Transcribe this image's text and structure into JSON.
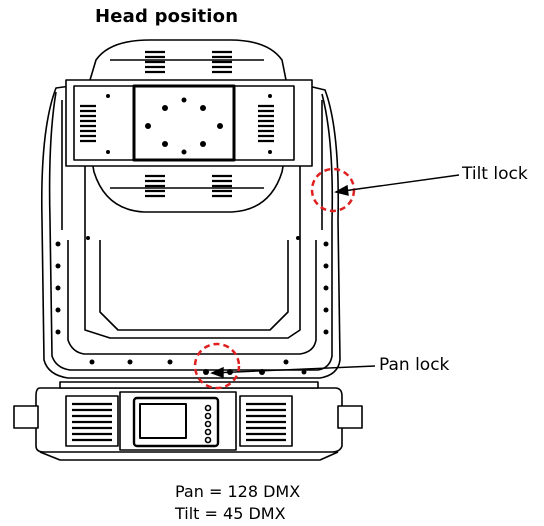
{
  "title": "Head position",
  "labels": {
    "tilt_lock": "Tilt lock",
    "pan_lock": "Pan lock"
  },
  "specs": {
    "pan": "Pan = 128 DMX",
    "tilt": "Tilt = 45 DMX"
  },
  "colors": {
    "line": "#000000",
    "fill": "#ffffff",
    "highlight": "#e02020"
  }
}
